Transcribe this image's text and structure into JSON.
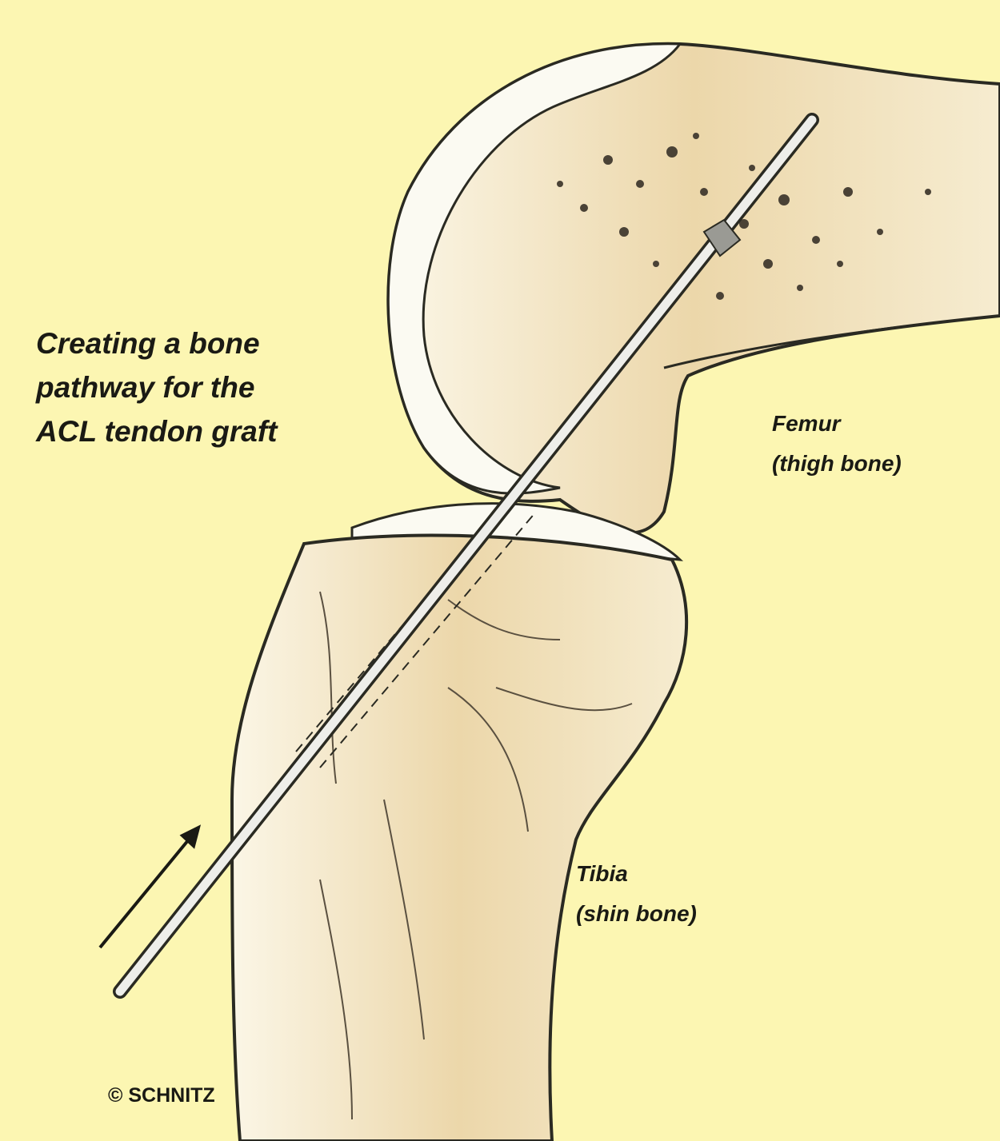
{
  "title": {
    "lines": [
      "Creating a bone",
      "pathway for the",
      "ACL tendon graft"
    ]
  },
  "labels": {
    "femur": {
      "name": "Femur",
      "description": "(thigh bone)"
    },
    "tibia": {
      "name": "Tibia",
      "description": "(shin bone)"
    }
  },
  "credit": "© SCHNITZ",
  "colors": {
    "background": "#fcf6b2",
    "bone": "#f3e6c4",
    "bone_shadow": "#e2c99a",
    "cartilage": "#fbfaf2",
    "ink": "#2a2a22"
  }
}
